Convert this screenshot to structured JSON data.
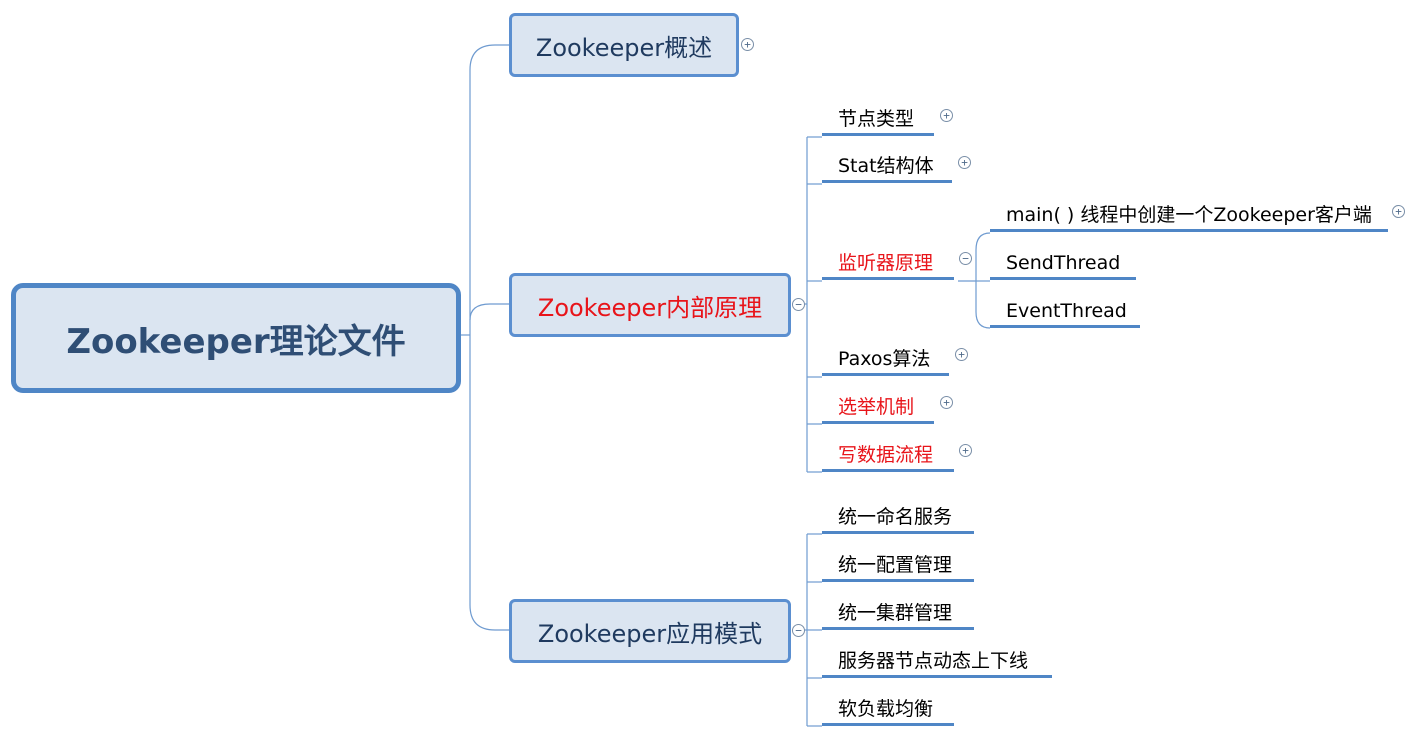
{
  "root": {
    "label": "Zookeeper理论文件"
  },
  "branches": {
    "overview": {
      "label": "Zookeeper概述"
    },
    "internals": {
      "label": "Zookeeper内部原理",
      "children": {
        "node_types": "节点类型",
        "stat": "Stat结构体",
        "listener": {
          "label": "监听器原理",
          "children": {
            "main_thread": "main( ) 线程中创建一个Zookeeper客户端",
            "send_thread": "SendThread",
            "event_thread": "EventThread"
          }
        },
        "paxos": "Paxos算法",
        "election": "选举机制",
        "write_flow": "写数据流程"
      }
    },
    "applications": {
      "label": "Zookeeper应用模式",
      "children": {
        "naming": "统一命名服务",
        "config": "统一配置管理",
        "cluster": "统一集群管理",
        "dynamic": "服务器节点动态上下线",
        "load_balance": "软负载均衡"
      }
    }
  },
  "colors": {
    "line": "#6f9bd0",
    "node_fill": "#dbe5f1",
    "node_border": "#4f86c6",
    "highlight_text": "#e8141a"
  },
  "icons": {
    "expand": "plus-circle-icon",
    "collapse": "minus-circle-icon"
  }
}
